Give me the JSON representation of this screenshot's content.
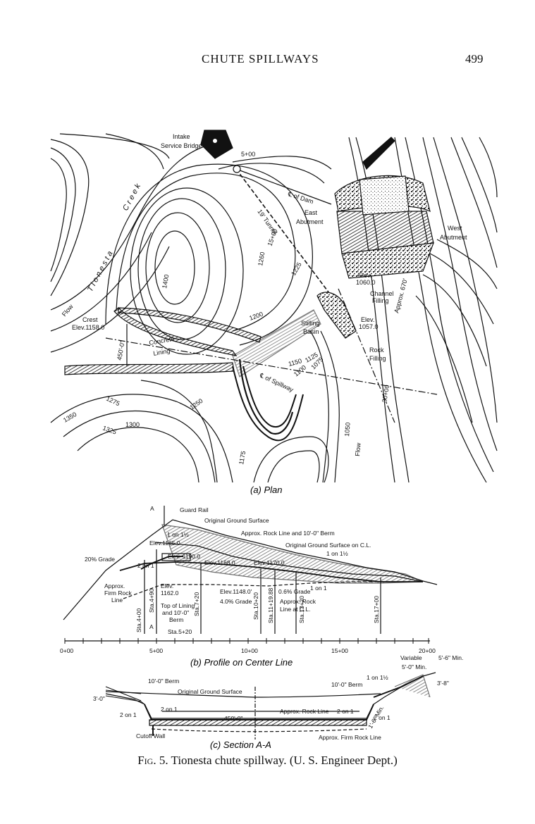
{
  "header": {
    "running_title": "CHUTE SPILLWAYS",
    "page_number": "499"
  },
  "plan": {
    "subcaption": "(a) Plan",
    "labels": {
      "intake": "Intake",
      "service_bridge": "Service Bridge",
      "sta_500": "5+00",
      "dam_cl": "℄ of Dam",
      "east_abutment_1": "East",
      "east_abutment_2": "Abutment",
      "west_abutment_1": "West",
      "west_abutment_2": "Abutment",
      "tunnel": "19' Tunnel",
      "sta_1500": "15+00",
      "creek_1": "T i o n e s t a",
      "creek_2": "C r e e k",
      "flow_left": "Flow",
      "crest_1": "Crest",
      "crest_2": "Elev.1158.0",
      "dim_450": "450'-0\"",
      "concrete_1": "Concrete",
      "concrete_2": "Lining",
      "stilling_1": "Stilling",
      "stilling_2": "Basin",
      "elev_1060_1": "Elev.",
      "elev_1060_2": "1060.0",
      "channel_1": "Channel",
      "channel_2": "Filling",
      "approx_670": "Approx. 670'",
      "elev_1057_1": "Elev.",
      "elev_1057_2": "1057.0",
      "rock_1": "Rock",
      "rock_2": "Filling",
      "spillway_cl": "℄ of Spillway",
      "sta_3000": "30+00",
      "flow_right": "Flow",
      "c1200": "1200",
      "c1225": "1225",
      "c1250": "1250",
      "c1275": "1275",
      "c1300": "1300",
      "c1325": "1325",
      "c1350": "1350",
      "c1260": "1260",
      "c1150": "1150",
      "c1125": "1125",
      "c1100": "1100",
      "c1075": "1075",
      "c1050": "1050",
      "c1175": "1175",
      "c1400": "1400"
    }
  },
  "profile": {
    "subcaption": "(b) Profile on Center Line",
    "labels": {
      "a_top": "A",
      "guard_rail": "Guard Rail",
      "orig_ground": "Original Ground Surface",
      "approx_rock_berm": "Approx. Rock Line and 10'-0\" Berm",
      "one_on_half": "1 on 1½",
      "elev_1165": "Elev.1165.0",
      "orig_ground_cl": "Original Ground Surface on C.L.",
      "one_on_half_2": "1 on 1½",
      "grade_20": "20% Grade",
      "two_on_one": "2 on 1",
      "elev_1190": "Elev. 1190.0",
      "elev_1168": "Elev.1168.0",
      "elev_1170": "Elev.1170.0",
      "approx_firm_1": "Approx.",
      "approx_firm_2": "Firm Rock",
      "approx_firm_3": "Line",
      "elev_1162_1": "Elev.",
      "elev_1162_2": "1162.0",
      "top_lining_1": "Top of Lining",
      "top_lining_2": "and 10'-0\"",
      "top_lining_3": "Berm",
      "elev_1148": "Elev.1148.0'",
      "grade_4": "4.0% Grade",
      "grade_06": "0.6% Grade",
      "one_on_one": "1 on 1",
      "approx_rock_cl_1": "Approx. Rock",
      "approx_rock_cl_2": "Line at C.L.",
      "a_bottom": "A",
      "sta_520": "Sta.5+20",
      "sta_400": "Sta.4+00",
      "sta_490": "Sta.4+90",
      "sta_720": "Sta.7+20",
      "sta_1020": "Sta.10+20",
      "sta_1198": "Sta.11+19.88",
      "sta_1320": "Sta.13+20",
      "sta_1700": "Sta.17+00",
      "axis_0": "0+00",
      "axis_5": "5+00",
      "axis_10": "10+00",
      "axis_15": "15+00",
      "axis_20": "20+00"
    }
  },
  "section": {
    "subcaption": "(c) Section A-A",
    "labels": {
      "variable": "Variable",
      "min_56": "5'-6\" Min.",
      "min_50": "5'-0\" Min.",
      "one_on_half": "1 on 1½",
      "dim_38": "3'-8\"",
      "berm_left": "10'-0\" Berm",
      "berm_right": "10'-0\" Berm",
      "orig_ground": "Original Ground Surface",
      "dim_30": "3'-0\"",
      "two_on_one_a": "2 on 1",
      "two_on_one_b": "2 on 1",
      "two_on_one_c": "2 on 1",
      "two_on_one_d": "2 on 1",
      "dim_450": "450'-0\"",
      "approx_rock": "Approx. Rock Line",
      "min_15": "1'-6\" Min.",
      "cutoff": "Cutoff Wall",
      "approx_firm": "Approx. Firm Rock Line"
    }
  },
  "caption": {
    "fig": "Fig. 5.",
    "text": "Tionesta chute spillway.",
    "source": "(U. S. Engineer Dept.)"
  }
}
